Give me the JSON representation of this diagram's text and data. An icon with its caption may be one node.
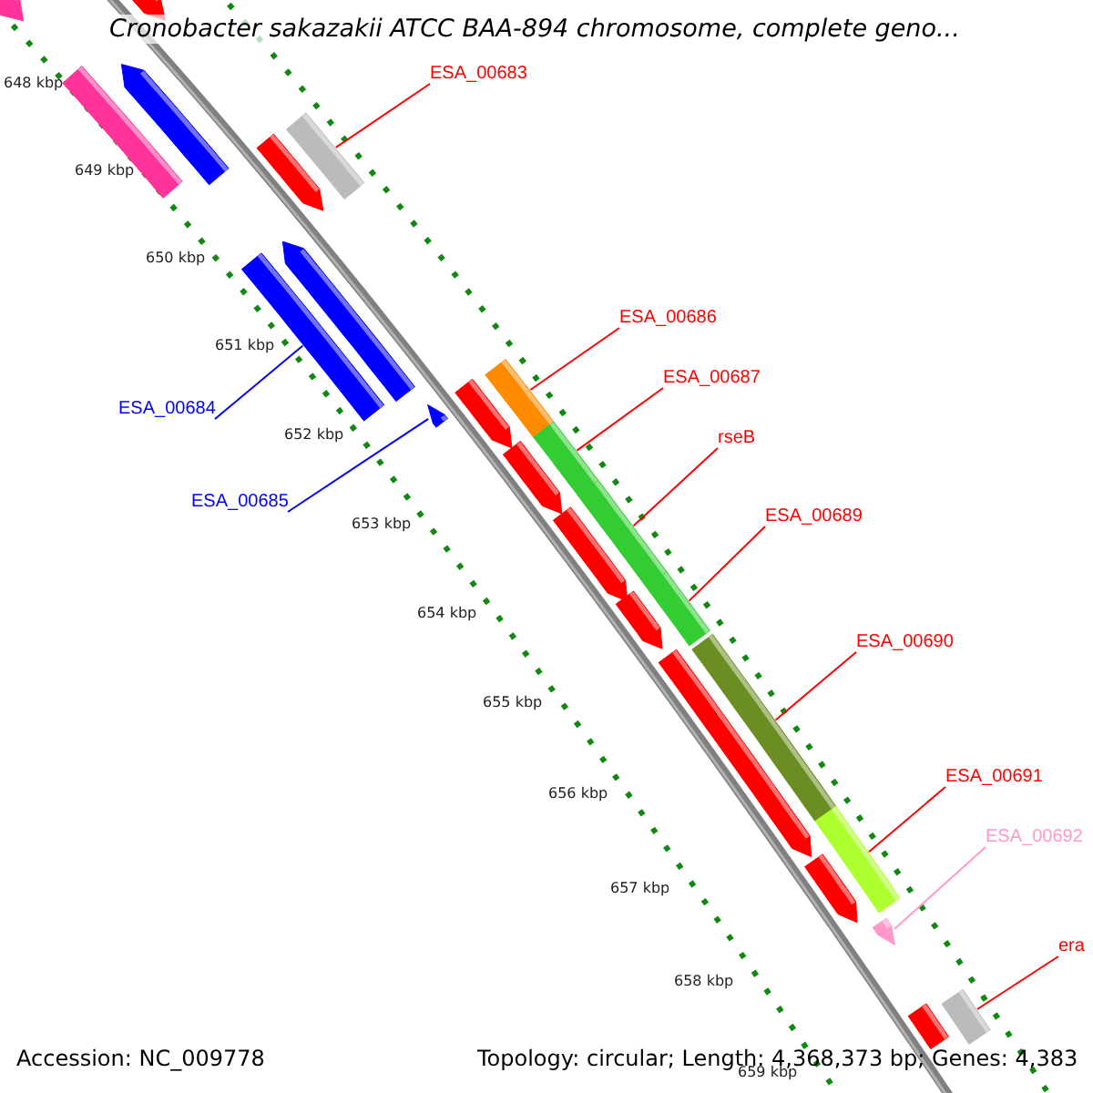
{
  "diagram": {
    "title": "Cronobacter sakazakii ATCC BAA-894 chromosome, complete geno...",
    "nodes": [
      {
        "text": [
          "ESA_00683"
        ]
      },
      {
        "text": [],
        "shape": "arrow"
      },
      {
        "text": [
          "ESA_00684"
        ]
      },
      {
        "text": [],
        "shape": "arrow"
      },
      {
        "text": [
          "ESA_00685"
        ]
      },
      {
        "text": [],
        "shape": "arrow"
      },
      {
        "text": [
          "ESA_00686"
        ]
      },
      {
        "text": [],
        "shape": "arrow"
      },
      {
        "text": [
          "ESA_00687"
        ]
      },
      {
        "text": [],
        "shape": "arrow"
      },
      {
        "text": [
          "rseB"
        ]
      },
      {
        "text": [],
        "shape": "arrow"
      },
      {
        "text": [
          "ESA_00689"
        ]
      },
      {
        "text": [],
        "shape": "arrow"
      },
      {
        "text": [
          "ESA_00690"
        ]
      },
      {
        "text": [],
        "shape": "arrow"
      },
      {
        "text": [
          "ESA_00691"
        ]
      },
      {
        "text": [],
        "shape": "arrow"
      },
      {
        "text": [
          "ESA_00692"
        ]
      },
      {
        "text": [],
        "shape": "arrow"
      },
      {
        "text": [
          "era"
        ]
      },
      {
        "text": [],
        "shape": "arrow"
      }
    ],
    "edges": [
      {
        "from": 0,
        "to": 1,
        "arrow": "none"
      },
      {
        "from": 2,
        "to": 3,
        "arrow": "none",
        "color": "#0000ff"
      },
      {
        "from": 4,
        "to": 5,
        "arrow": "none",
        "color": "#0000ff"
      },
      {
        "from": 6,
        "to": 7,
        "arrow": "none"
      },
      {
        "from": 8,
        "to": 9,
        "arrow": "none"
      },
      {
        "from": 10,
        "to": 11,
        "arrow": "none"
      },
      {
        "from": 12,
        "to": 13,
        "arrow": "none"
      },
      {
        "from": 14,
        "to": 15,
        "arrow": "none"
      },
      {
        "from": 16,
        "to": 17,
        "arrow": "none"
      },
      {
        "from": 18,
        "to": 19,
        "arrow": "none",
        "color": "#ff99cc"
      },
      {
        "from": 20,
        "to": 21,
        "arrow": "none"
      }
    ],
    "labels": [
      "648 kbp",
      "649 kbp",
      "650 kbp",
      "651 kbp",
      "652 kbp",
      "653 kbp",
      "654 kbp",
      "655 kbp",
      "656 kbp",
      "657 kbp",
      "658 kbp",
      "659 kbp",
      "Accession: NC_009778",
      "Topology: circular; Length: 4,368,373 bp; Genes: 4,383"
    ]
  }
}
